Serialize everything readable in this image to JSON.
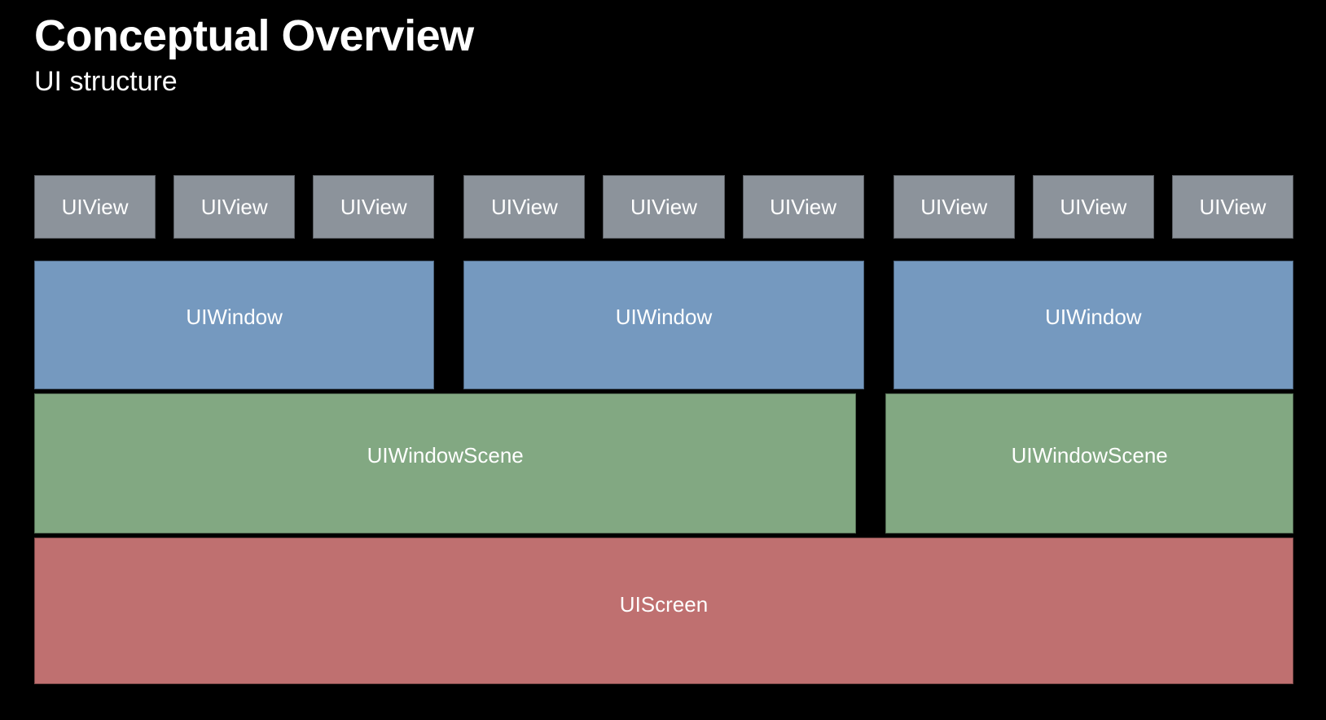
{
  "header": {
    "title": "Conceptual Overview",
    "subtitle": "UI structure"
  },
  "colors": {
    "background": "#000000",
    "text": "#ffffff",
    "view": "#8c939b",
    "window": "#7599bf",
    "scene": "#82a882",
    "screen": "#bf7070"
  },
  "diagram": {
    "view_row": {
      "groups": [
        {
          "views": [
            {
              "label": "UIView"
            },
            {
              "label": "UIView"
            },
            {
              "label": "UIView"
            }
          ]
        },
        {
          "views": [
            {
              "label": "UIView"
            },
            {
              "label": "UIView"
            },
            {
              "label": "UIView"
            }
          ]
        },
        {
          "views": [
            {
              "label": "UIView"
            },
            {
              "label": "UIView"
            },
            {
              "label": "UIView"
            }
          ]
        }
      ]
    },
    "window_row": {
      "windows": [
        {
          "label": "UIWindow"
        },
        {
          "label": "UIWindow"
        },
        {
          "label": "UIWindow"
        }
      ]
    },
    "scene_row": {
      "scenes": [
        {
          "label": "UIWindowScene"
        },
        {
          "label": "UIWindowScene"
        }
      ]
    },
    "screen_row": {
      "screen": {
        "label": "UIScreen"
      }
    }
  }
}
